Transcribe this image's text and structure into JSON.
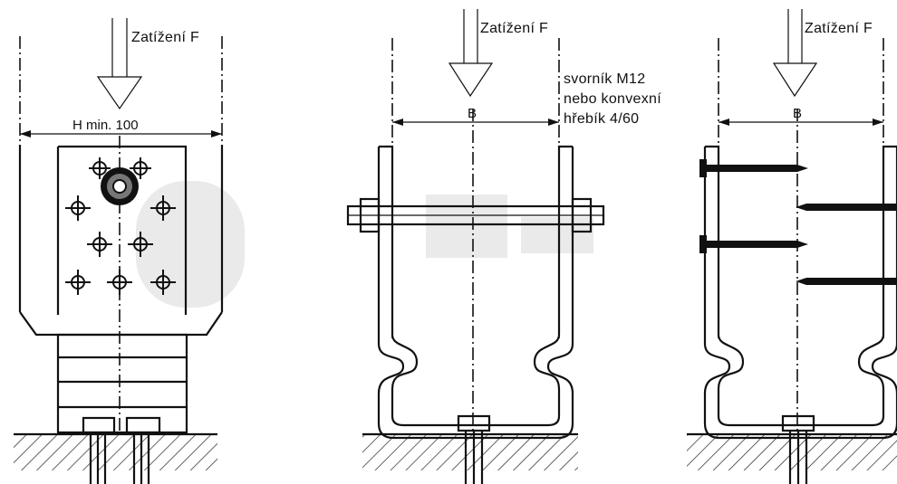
{
  "figures": [
    {
      "id": "left",
      "load_label": "Zatížení F",
      "dimension_label": "H min. 100"
    },
    {
      "id": "middle",
      "load_label": "Zatížení F",
      "dimension_label": "B",
      "fastener_note": [
        "svorník M12",
        "nebo konvexní",
        "hřebík 4/60"
      ]
    },
    {
      "id": "right",
      "load_label": "Zatížení F",
      "dimension_label": "B"
    }
  ]
}
